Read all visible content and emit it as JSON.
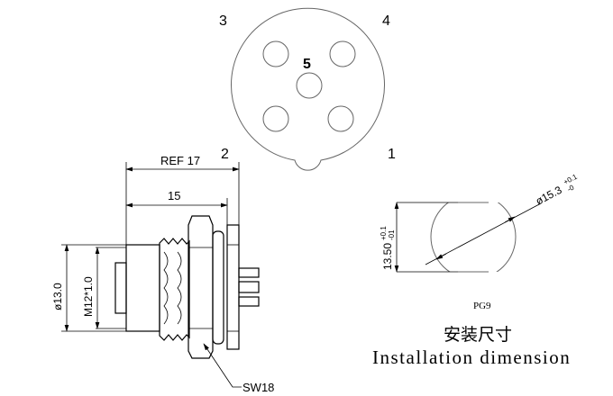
{
  "pin_view": {
    "pin_labels": [
      "1",
      "2",
      "3",
      "4",
      "5"
    ]
  },
  "side_view": {
    "ref_dimension": "REF 17",
    "length_dimension": "15",
    "diameter_dimension": "ø13.0",
    "thread_dimension": "M12*1.0",
    "wrench_size": "SW18"
  },
  "cutout": {
    "height_dimension": "13.50",
    "height_tol_upper": "+0.1",
    "height_tol_lower": "-01",
    "diameter_dimension": "ø15.3",
    "diameter_tol_upper": "+0.1",
    "diameter_tol_lower": "-0",
    "thread_type": "PG9",
    "title_cn": "安装尺寸",
    "title_en": "Installation dimension"
  }
}
